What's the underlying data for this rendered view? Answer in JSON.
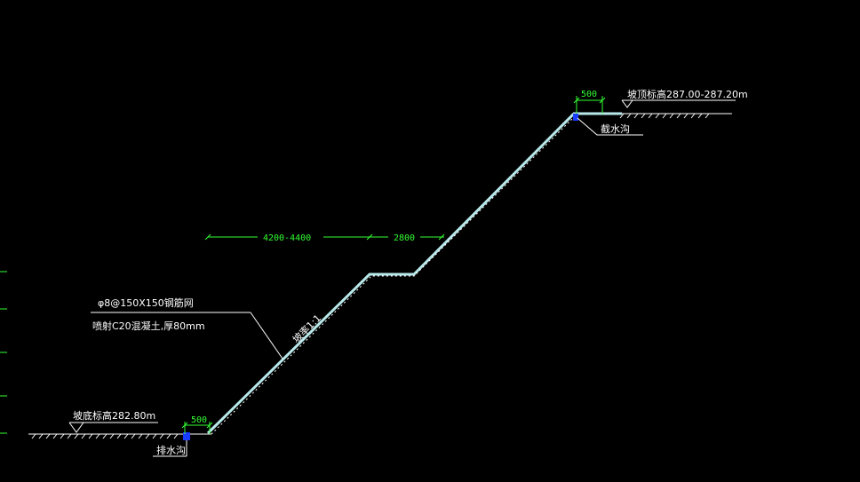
{
  "labels": {
    "top_elevation": "坡顶标高287.00-287.20m",
    "bottom_elevation": "坡底标高282.80m",
    "top_ditch": "截水沟",
    "bottom_ditch": "排水沟",
    "mesh": "φ8@150X150钢筋网",
    "shotcrete": "喷射C20混凝土,厚80mm",
    "slope_ratio": "坡率1:1"
  },
  "dimensions": {
    "top_berm": "500",
    "bottom_berm": "500",
    "lower_span": "4200-4400",
    "bench_width": "2800"
  },
  "colors": {
    "background": "#000000",
    "line": "#ffffff",
    "dimension": "#33ff33",
    "slope_face": "#b8e8ea",
    "ditch": "#1a3cff"
  }
}
